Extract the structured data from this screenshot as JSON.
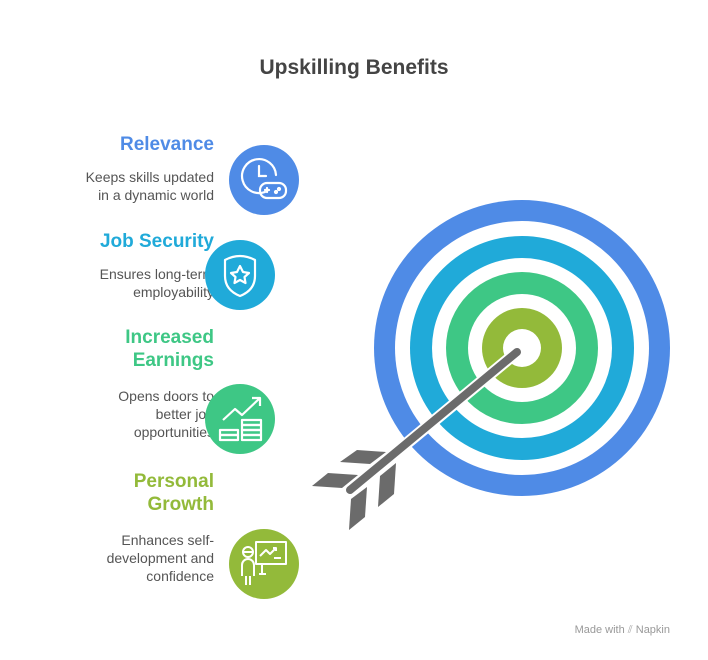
{
  "title": "Upskilling Benefits",
  "items": [
    {
      "heading": "Relevance",
      "desc": [
        "Keeps skills updated",
        "in a dynamic world"
      ],
      "icon": "clock-gamepad-icon",
      "color": "#4F8BE6"
    },
    {
      "heading": "Job Security",
      "desc": [
        "Ensures long-term",
        "employability"
      ],
      "icon": "shield-star-icon",
      "color": "#20AAD9"
    },
    {
      "heading": [
        "Increased",
        "Earnings"
      ],
      "desc": [
        "Opens doors to",
        "better job",
        "opportunities"
      ],
      "icon": "growth-coins-icon",
      "color": "#3EC785"
    },
    {
      "heading": [
        "Personal",
        "Growth"
      ],
      "desc": [
        "Enhances self-",
        "development and",
        "confidence"
      ],
      "icon": "presenter-chart-icon",
      "color": "#93BA3A"
    }
  ],
  "footer": {
    "made_with": "Made with",
    "brand": "Napkin"
  }
}
